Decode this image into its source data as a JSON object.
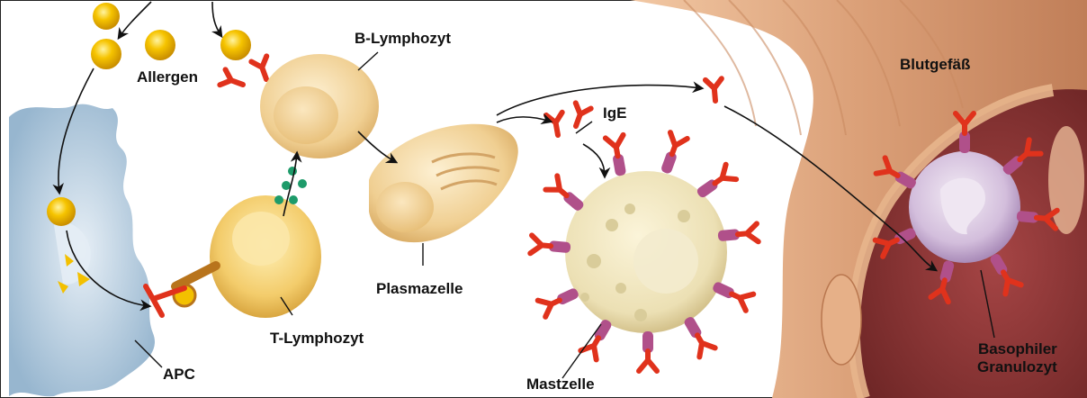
{
  "labels": {
    "allergen": "Allergen",
    "b_lymphocyte": "B-Lymphozyt",
    "plasma_cell": "Plasmazelle",
    "ige": "IgE",
    "blood_vessel": "Blutgefäß",
    "apc": "APC",
    "t_lymphocyte": "T-Lymphozyt",
    "mast_cell": "Mastzelle",
    "basophil_line1": "Basophiler",
    "basophil_line2": "Granulozyt"
  },
  "colors": {
    "allergen": "#f3b800",
    "antibody": "#e0321c",
    "receptor": "#b0508a",
    "lymphocyte": "#f3d49a",
    "apc": "#b9cfe0",
    "vessel": "#d79a6c",
    "vessel_lumen": "#8e3b3b",
    "mast_cell": "#efe3b8",
    "basophil": "#d9c3e0",
    "cytokine": "#1e9b6a"
  }
}
